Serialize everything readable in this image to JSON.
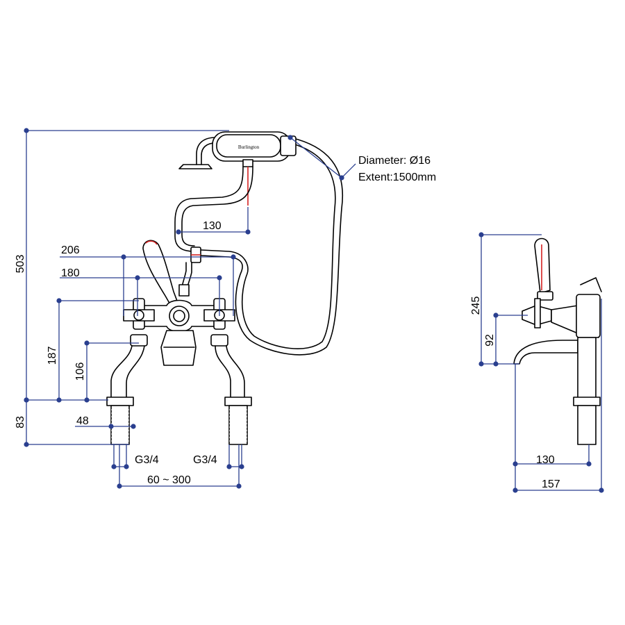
{
  "front_view": {
    "hose_note": {
      "diameter": "Diameter: Ø16",
      "extent": "Extent:1500mm"
    },
    "handset_brand": "Burlington",
    "dimensions": {
      "height_total": "503",
      "height_lower": "83",
      "height_187": "187",
      "height_106": "106",
      "width_206": "206",
      "width_180": "180",
      "handset_offset": "130",
      "width_48": "48",
      "thread_left": "G3/4",
      "thread_right": "G3/4",
      "centres": "60 ~ 300"
    }
  },
  "side_view": {
    "dimensions": {
      "height_245": "245",
      "height_92": "92",
      "depth_130": "130",
      "depth_157": "157"
    }
  },
  "colors": {
    "dimension_line": "#2a3f8f",
    "outline": "#000000",
    "accent": "#d42020"
  }
}
